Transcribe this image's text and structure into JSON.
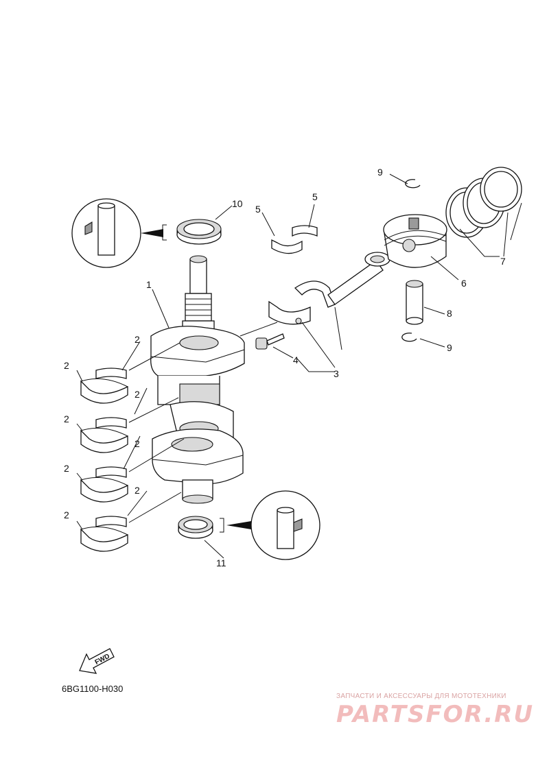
{
  "diagram": {
    "callouts": {
      "c1": "1",
      "c2a": "2",
      "c2b": "2",
      "c2c": "2",
      "c2d": "2",
      "c2e": "2",
      "c2f": "2",
      "c2g": "2",
      "c2h": "2",
      "c3": "3",
      "c4": "4",
      "c5a": "5",
      "c5b": "5",
      "c6": "6",
      "c7": "7",
      "c8": "8",
      "c9a": "9",
      "c9b": "9",
      "c10": "10",
      "c11": "11"
    },
    "fwd_label": "FWD",
    "code": "6BG1100-H030"
  },
  "watermark": {
    "tagline": "ЗАПЧАСТИ И АКСЕССУАРЫ ДЛЯ МОТОТЕХНИКИ",
    "brand": "PARTSFOR.RU",
    "color": "#f2bcbc"
  }
}
